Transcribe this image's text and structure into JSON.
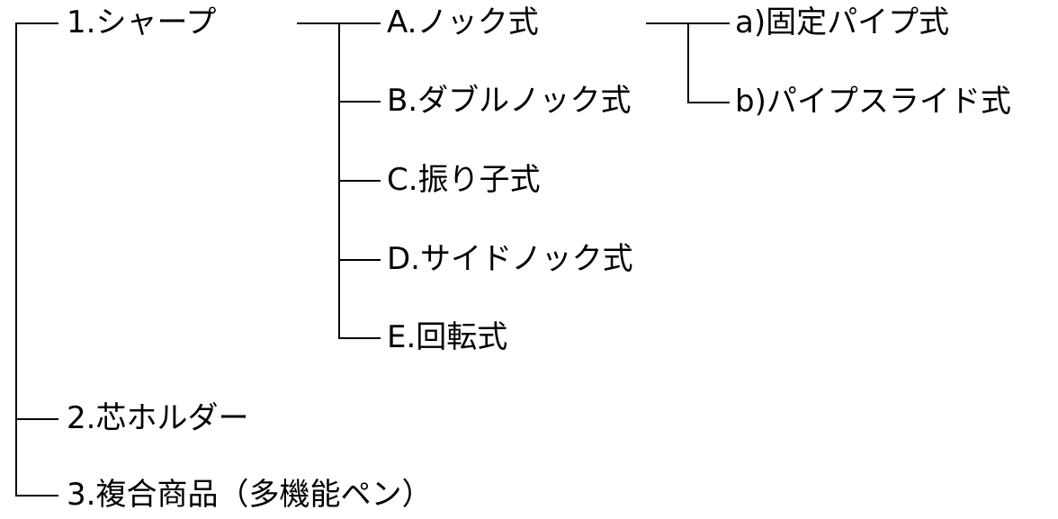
{
  "root": [
    {
      "label": "1.シャープ"
    },
    {
      "label": "2.芯ホルダー"
    },
    {
      "label": "3.複合商品（多機能ペン）"
    }
  ],
  "sharp_types": [
    {
      "label": "A.ノック式"
    },
    {
      "label": "B.ダブルノック式"
    },
    {
      "label": "C.振り子式"
    },
    {
      "label": "D.サイドノック式"
    },
    {
      "label": "E.回転式"
    }
  ],
  "knock_types": [
    {
      "label": "a)固定パイプ式"
    },
    {
      "label": "b)パイプスライド式"
    }
  ]
}
